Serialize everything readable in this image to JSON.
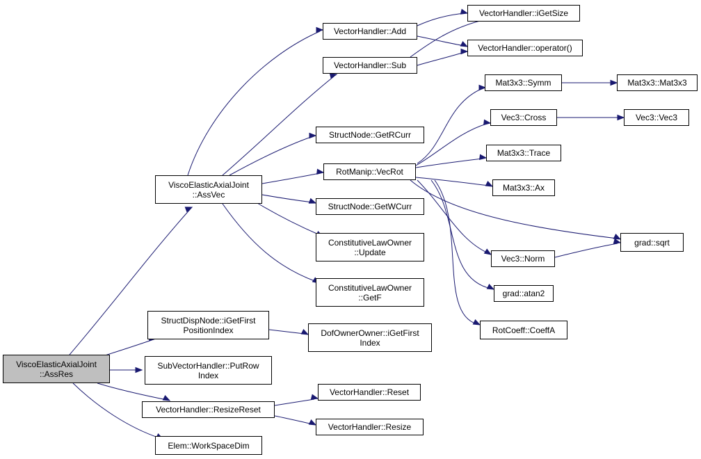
{
  "graph": {
    "edge_color": "#191970",
    "root_fill": "#bfbfbf",
    "node_fill": "#ffffff",
    "nodes": {
      "assres": [
        "ViscoElasticAxialJoint",
        "::AssRes"
      ],
      "assvec": [
        "ViscoElasticAxialJoint",
        "::AssVec"
      ],
      "vh_add": [
        "VectorHandler::Add"
      ],
      "vh_sub": [
        "VectorHandler::Sub"
      ],
      "vh_igetsize": [
        "VectorHandler::iGetSize"
      ],
      "vh_operator": [
        "VectorHandler::operator()"
      ],
      "sn_getrcurr": [
        "StructNode::GetRCurr"
      ],
      "rm_vecrot": [
        "RotManip::VecRot"
      ],
      "sn_getwcurr": [
        "StructNode::GetWCurr"
      ],
      "clo_update": [
        "ConstitutiveLawOwner",
        "::Update"
      ],
      "clo_getf": [
        "ConstitutiveLawOwner",
        "::GetF"
      ],
      "m3_symm": [
        "Mat3x3::Symm"
      ],
      "m3_mat3x3": [
        "Mat3x3::Mat3x3"
      ],
      "v3_cross": [
        "Vec3::Cross"
      ],
      "v3_vec3": [
        "Vec3::Vec3"
      ],
      "m3_trace": [
        "Mat3x3::Trace"
      ],
      "m3_ax": [
        "Mat3x3::Ax"
      ],
      "grad_sqrt": [
        "grad::sqrt"
      ],
      "v3_norm": [
        "Vec3::Norm"
      ],
      "grad_atan2": [
        "grad::atan2"
      ],
      "rc_coeffa": [
        "RotCoeff::CoeffA"
      ],
      "sdn_igetfirst": [
        "StructDispNode::iGetFirst",
        "PositionIndex"
      ],
      "doo_igetfirst": [
        "DofOwnerOwner::iGetFirst",
        "Index"
      ],
      "svh_putrow": [
        "SubVectorHandler::PutRow",
        "Index"
      ],
      "vh_resizereset": [
        "VectorHandler::ResizeReset"
      ],
      "vh_reset": [
        "VectorHandler::Reset"
      ],
      "vh_resize": [
        "VectorHandler::Resize"
      ],
      "elem_wsdim": [
        "Elem::WorkSpaceDim"
      ]
    }
  }
}
